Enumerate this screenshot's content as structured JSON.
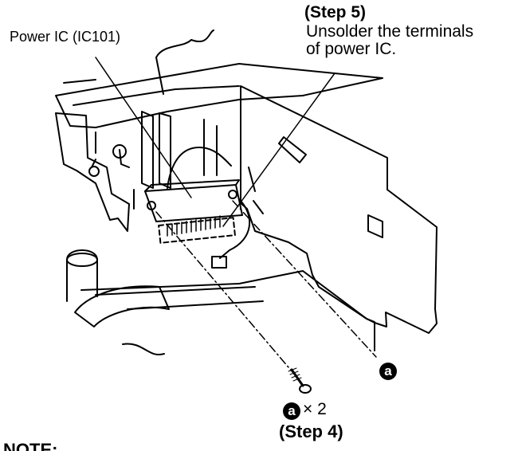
{
  "labels": {
    "power_ic": "Power IC (IC101)",
    "step5_title": "(Step 5)",
    "step5_line1": "Unsolder the terminals",
    "step5_line2": "of power IC.",
    "screw_marker": "a",
    "screw_marker_2": "a",
    "quantity": "× 2",
    "step4_title": "(Step 4)",
    "note": "NOTE:"
  }
}
